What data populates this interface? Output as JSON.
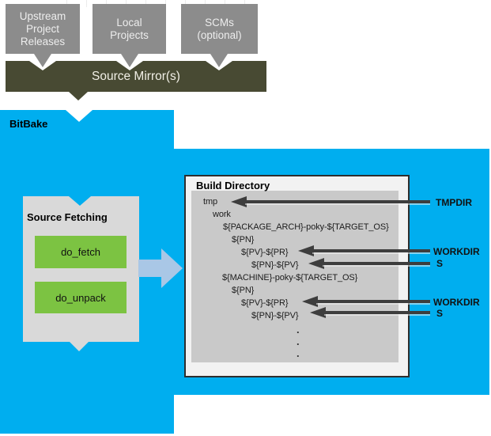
{
  "upstream_boxes": [
    {
      "label": "Upstream\nProject\nReleases"
    },
    {
      "label": "Local\nProjects"
    },
    {
      "label": "SCMs\n(optional)"
    }
  ],
  "source_mirror": {
    "label": "Source Mirror(s)"
  },
  "bitbake_label": "BitBake",
  "source_fetching": {
    "title": "Source Fetching",
    "tasks": [
      {
        "label": "do_fetch"
      },
      {
        "label": "do_unpack"
      }
    ]
  },
  "build_directory": {
    "title": "Build Directory",
    "tree": [
      {
        "text": "tmp"
      },
      {
        "text": "work"
      },
      {
        "text": "${PACKAGE_ARCH}-poky-${TARGET_OS}"
      },
      {
        "text": "${PN}"
      },
      {
        "text": "${PV}-${PR}"
      },
      {
        "text": "${PN}-${PV}"
      },
      {
        "text": "${MACHINE}-poky-${TARGET_OS}"
      },
      {
        "text": "${PN}"
      },
      {
        "text": "${PV}-${PR}"
      },
      {
        "text": "${PN}-${PV}"
      }
    ],
    "ellipsis": [
      ".",
      ".",
      "."
    ]
  },
  "annotations": [
    {
      "label": "TMPDIR"
    },
    {
      "label": "WORKDIR"
    },
    {
      "label": "S"
    },
    {
      "label": "WORKDIR"
    },
    {
      "label": "S"
    }
  ],
  "colors": {
    "bitbake_cyan": "#00aeef",
    "mirror_olive": "#484a33",
    "source_box_gray": "#8c8c8c",
    "fetch_panel_gray": "#d9d9d9",
    "task_green": "#7cc342",
    "flow_arrow_blue": "#a9c7e6",
    "build_dir_fill": "#f2f2f2",
    "tree_panel_gray": "#c9c9c9",
    "annotation_arrow_dark": "#3d3d3d"
  }
}
